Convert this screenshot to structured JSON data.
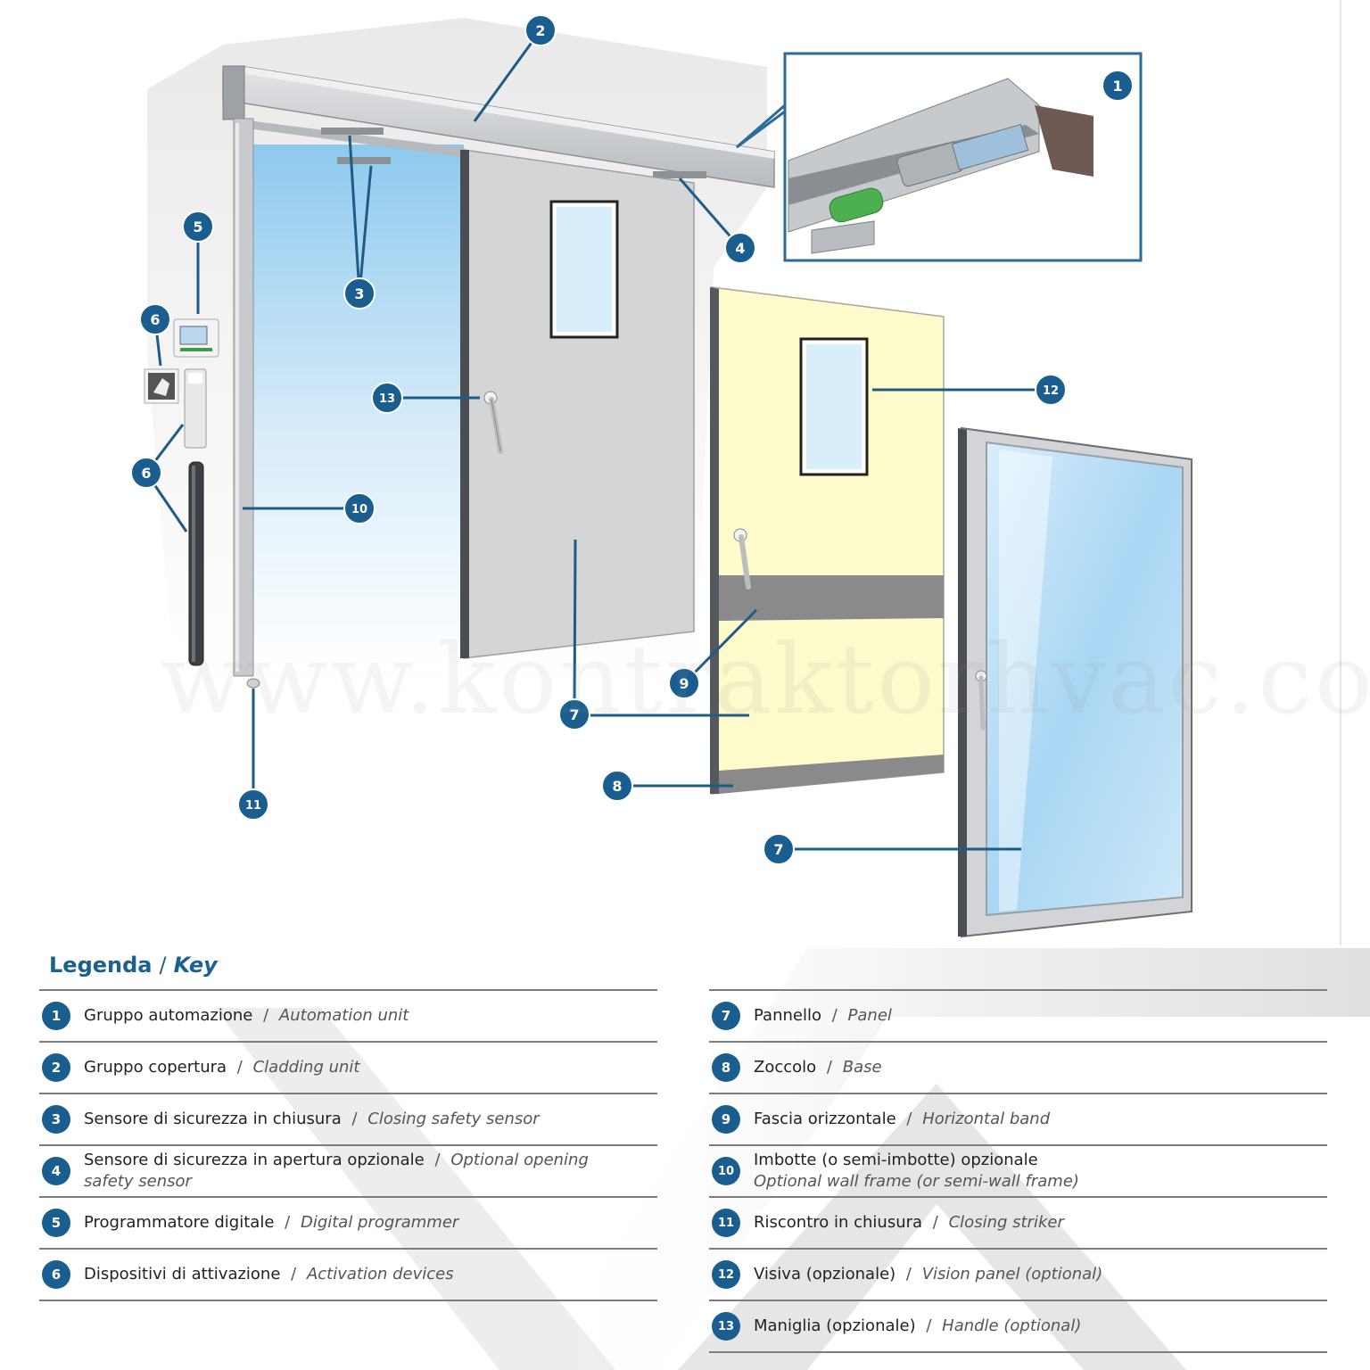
{
  "watermark": "www.kontraktorhvac.com",
  "legend": {
    "title_it": "Legenda",
    "separator": "/",
    "title_en": "Key"
  },
  "callout_numbers": [
    "1",
    "2",
    "3",
    "4",
    "5",
    "6",
    "6",
    "7",
    "7",
    "8",
    "9",
    "10",
    "11",
    "12",
    "13"
  ],
  "legend_items": [
    {
      "n": "1",
      "it": "Gruppo automazione",
      "en": "Automation unit"
    },
    {
      "n": "2",
      "it": "Gruppo copertura",
      "en": "Cladding unit"
    },
    {
      "n": "3",
      "it": "Sensore di sicurezza in chiusura",
      "en": "Closing safety sensor"
    },
    {
      "n": "4",
      "it": "Sensore di sicurezza in apertura opzionale",
      "en": "Optional opening safety sensor"
    },
    {
      "n": "5",
      "it": "Programmatore digitale",
      "en": "Digital programmer"
    },
    {
      "n": "6",
      "it": "Dispositivi di attivazione",
      "en": "Activation devices"
    },
    {
      "n": "7",
      "it": "Pannello",
      "en": "Panel"
    },
    {
      "n": "8",
      "it": "Zoccolo",
      "en": "Base"
    },
    {
      "n": "9",
      "it": "Fascia orizzontale",
      "en": "Horizontal band"
    },
    {
      "n": "10",
      "it": "Imbotte (o semi-imbotte) opzionale",
      "en": "Optional wall frame (or semi-wall frame)",
      "sep": ""
    },
    {
      "n": "11",
      "it": "Riscontro in chiusura",
      "en": "Closing striker"
    },
    {
      "n": "12",
      "it": "Visiva (opzionale)",
      "en": "Vision panel (optional)"
    },
    {
      "n": "13",
      "it": "Maniglia (opzionale)",
      "en": "Handle (optional)"
    }
  ],
  "colors": {
    "badge": "#1a5e8f",
    "leader_line": "#1e5c86",
    "frame_border": "#2a6b98",
    "title": "#1a6090",
    "rule": "#7d7d7d",
    "door_grey": "#d4d5d7",
    "door_yellow": "#fdfacb",
    "band_grey": "#8a8a8c",
    "glass_blue": "#bfdef5"
  }
}
